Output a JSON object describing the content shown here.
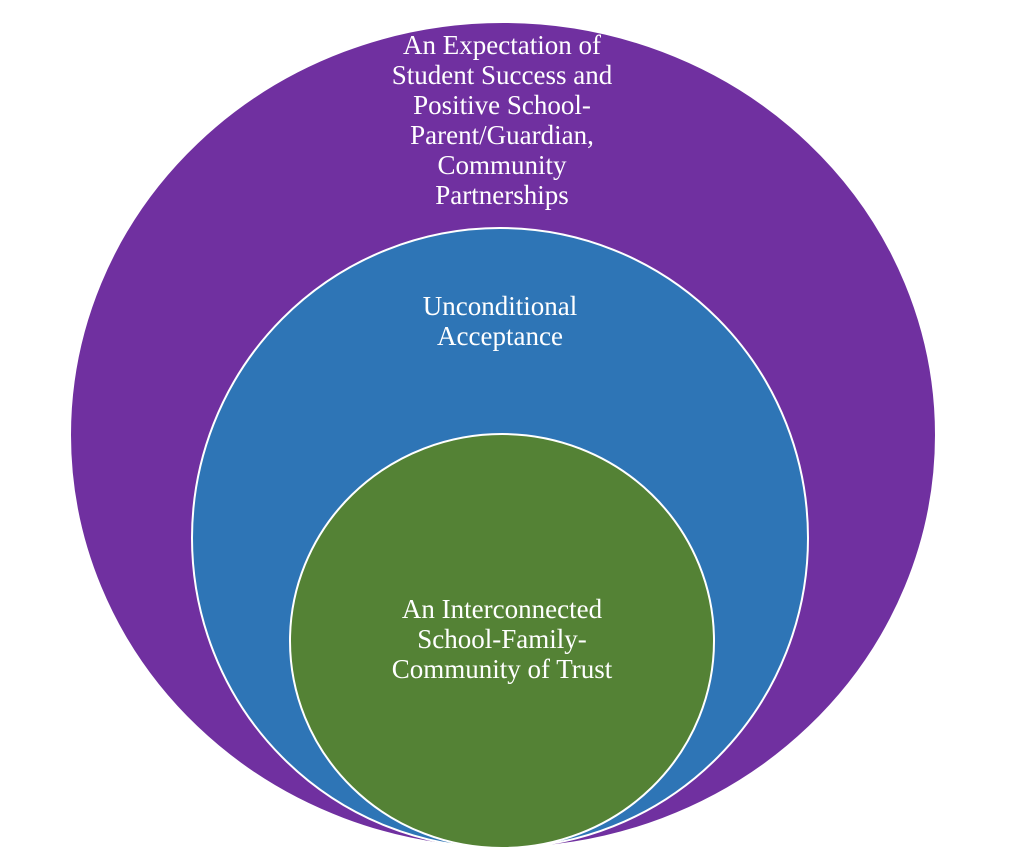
{
  "diagram": {
    "type": "nested-circles",
    "circles": [
      {
        "id": "outer",
        "label": "An Expectation of\nStudent Success and\nPositive School-\nParent/Guardian,\nCommunity\nPartnerships",
        "fill": "#7030A0",
        "stroke": "#ffffff"
      },
      {
        "id": "middle",
        "label": "Unconditional\nAcceptance",
        "fill": "#2E75B6",
        "stroke": "#ffffff"
      },
      {
        "id": "inner",
        "label": "An Interconnected\nSchool-Family-\nCommunity of Trust",
        "fill": "#548235",
        "stroke": "#ffffff"
      }
    ]
  }
}
